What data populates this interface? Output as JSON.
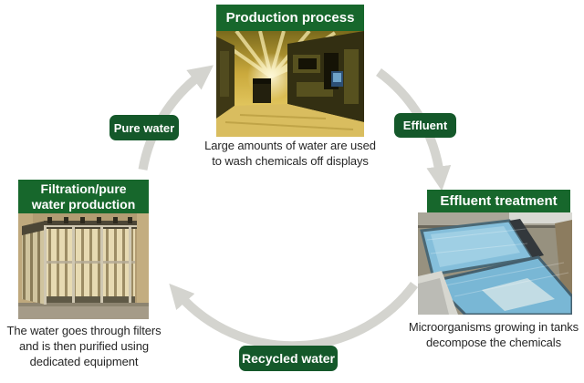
{
  "colors": {
    "header_green": "#17672c",
    "badge_green": "#14582a",
    "arrow_gray": "#d4d4cf",
    "caption_text": "#262626"
  },
  "cycle": {
    "stages": [
      {
        "id": "production",
        "title": "Production process",
        "caption_lines": [
          "Large amounts of water are used",
          "to wash chemicals off displays"
        ],
        "photo_subject": "yellow-lit cleanroom production line"
      },
      {
        "id": "effluent-treatment",
        "title": "Effluent treatment",
        "caption_lines": [
          "Microorganisms growing in tanks",
          "decompose the chemicals"
        ],
        "photo_subject": "open treatment tanks with blue water"
      },
      {
        "id": "filtration",
        "title_lines": [
          "Filtration/pure",
          "water production"
        ],
        "caption_lines": [
          "The water goes through filters",
          "and is then purified using",
          "dedicated equipment"
        ],
        "photo_subject": "racks of vertical filtration columns"
      }
    ],
    "flows": [
      {
        "id": "pure-water",
        "label": "Pure water"
      },
      {
        "id": "effluent",
        "label": "Effluent"
      },
      {
        "id": "recycled-water",
        "label": "Recycled water"
      }
    ]
  }
}
